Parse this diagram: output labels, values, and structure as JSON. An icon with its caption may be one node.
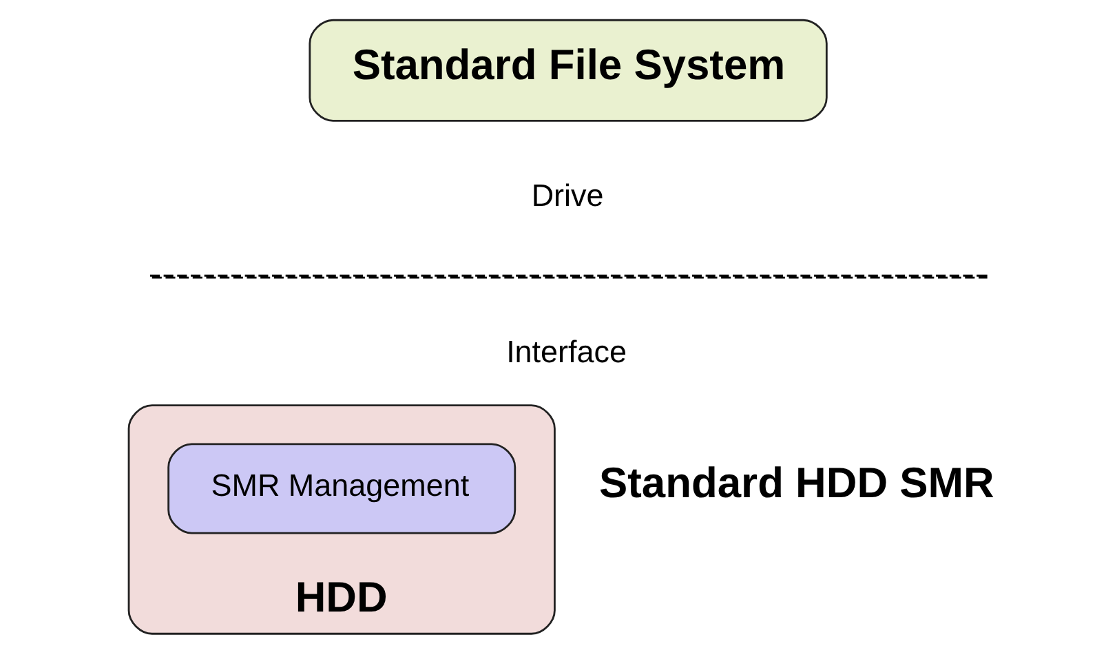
{
  "diagram": {
    "nodes": [
      {
        "text": [
          "Standard File System"
        ]
      },
      {
        "text": [
          "HDD"
        ]
      },
      {
        "text": [
          "SMR Management"
        ],
        "in": 1
      }
    ],
    "labels": [
      "Drive",
      "Interface",
      "Standard HDD SMR"
    ]
  }
}
